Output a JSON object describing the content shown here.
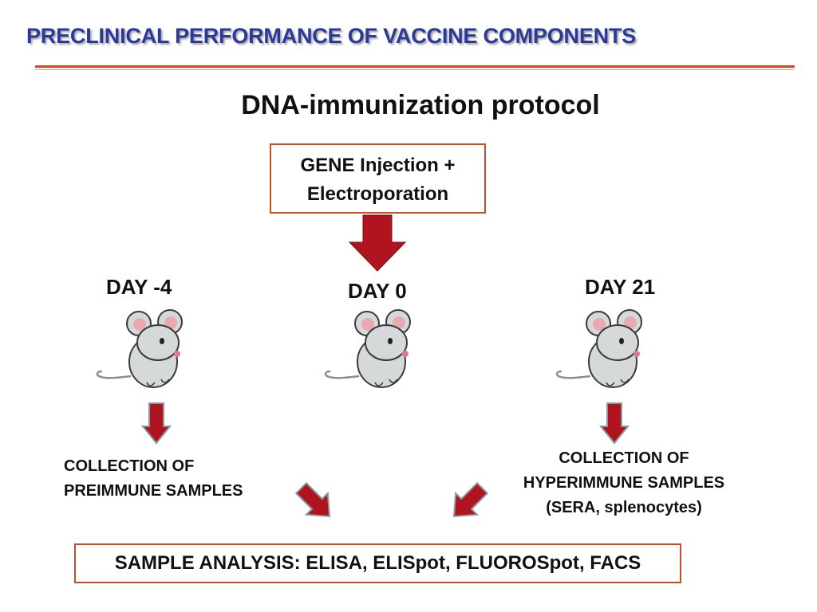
{
  "header": {
    "title": "PRECLINICAL PERFORMANCE OF VACCINE COMPONENTS"
  },
  "protocol": {
    "title": "DNA-immunization protocol"
  },
  "injection": {
    "line1": "GENE Injection +",
    "line2": "Electroporation"
  },
  "timepoints": [
    {
      "day": "DAY -4"
    },
    {
      "day": "DAY 0"
    },
    {
      "day": "DAY 21"
    }
  ],
  "collections": {
    "preimmune": {
      "line1": "COLLECTION OF",
      "line2": "PREIMMUNE SAMPLES"
    },
    "hyperimmune": {
      "line1": "COLLECTION OF",
      "line2": "HYPERIMMUNE SAMPLES",
      "line3": "(SERA, splenocytes)"
    }
  },
  "analysis": {
    "label": "SAMPLE ANALYSIS: ELISA, ELISpot, FLUOROSpot, FACS"
  },
  "colors": {
    "header_text": "#2b3a9a",
    "rule": "#c84c24",
    "box_border": "#c0522b",
    "arrow_fill": "#b0141e",
    "arrow_outline": "#8a9aa0",
    "mouse_body": "#d6d9da",
    "mouse_ear_inner": "#e8a9b0",
    "mouse_nose": "#e07a8a"
  },
  "icons": {
    "arrow": "down-arrow-icon",
    "mouse": "mouse-icon"
  }
}
